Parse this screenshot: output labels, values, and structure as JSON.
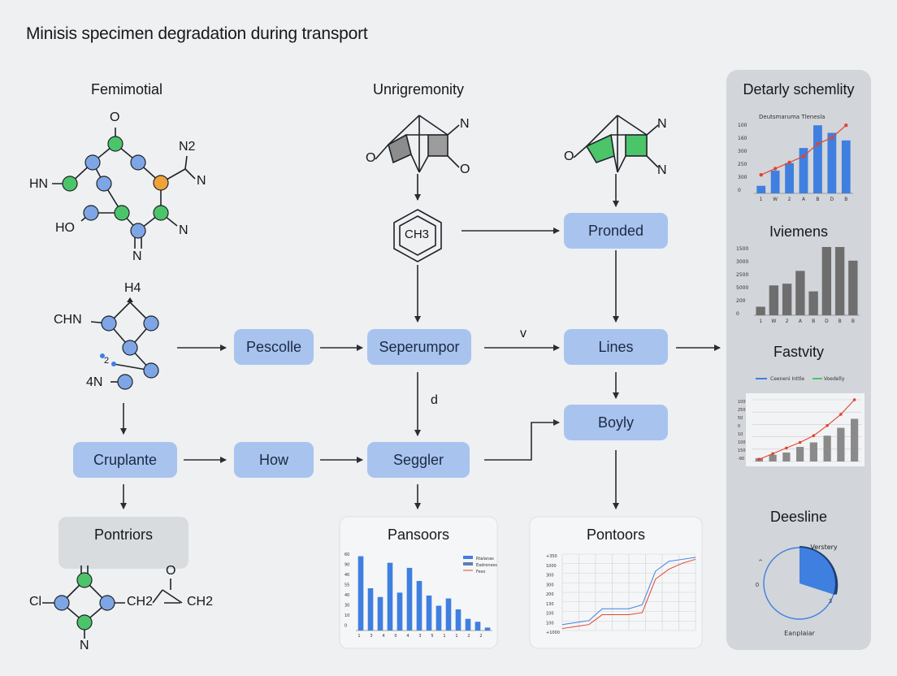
{
  "title": "Minisis specimen degradation during transport",
  "sections": {
    "left": "Femimotial",
    "middle": "Unrigremonity"
  },
  "left_molecule": {
    "o": "O",
    "n2": "N2",
    "n": "N",
    "hn": "HN",
    "ho": "HO",
    "n_bottom": "N"
  },
  "mid_molecule": {
    "n": "N",
    "o_left": "O",
    "o_right": "O"
  },
  "right_molecule": {
    "n_top": "N",
    "o_left": "O",
    "n_bottom": "N"
  },
  "benzene_label": "CH3",
  "diamond_molecule": {
    "h4": "H4",
    "chn": "CHN",
    "two": "2",
    "fourn": "4N"
  },
  "bottom_molecule": {
    "cl": "Cl",
    "ch2_left": "CH2",
    "o": "O",
    "ch2_right": "CH2",
    "n": "N"
  },
  "boxes": {
    "pescolle": "Pescolle",
    "seperumpor": "Seperumpor",
    "pronded": "Pronded",
    "lines": "Lines",
    "boyly": "Boyly",
    "cruplante": "Cruplante",
    "how": "How",
    "seggler": "Seggler"
  },
  "arrow_labels": {
    "v": "v",
    "d": "d"
  },
  "panels": {
    "pontriors": "Pontriors",
    "pansoors": "Pansoors",
    "pontoors": "Pontoors"
  },
  "right_panel": {
    "detail": "Detarly schemlity",
    "ivemens": "Iviemens",
    "fastvity": "Fastvity",
    "deesline": "Deesline"
  },
  "colors": {
    "box": "#a9c3ef",
    "node_green": "#4cc46a",
    "node_blue": "#7ea6e6",
    "node_orange": "#f0a23a",
    "bar_blue": "#3f7fe0",
    "bar_grey": "#6e6e6e",
    "line_red": "#e0452d"
  },
  "chart_data": [
    {
      "type": "bar",
      "chart_title": "Deutsmaruma Tlenesla",
      "categories": [
        "1",
        "W",
        "2",
        "A",
        "B",
        "D",
        "B"
      ],
      "values": [
        1,
        3,
        4,
        6,
        9,
        8,
        7
      ],
      "line_values": [
        3,
        4,
        5,
        6,
        8,
        9,
        11
      ],
      "yticks": [
        "100",
        "160",
        "300",
        "250",
        "300",
        "0"
      ]
    },
    {
      "type": "bar",
      "categories": [
        "1",
        "W",
        "2",
        "A",
        "B",
        "D",
        "B",
        "B"
      ],
      "values": [
        1,
        3.5,
        3.7,
        5.2,
        2.8,
        8,
        8,
        6.4
      ],
      "yticks": [
        "1500",
        "3000",
        "2500",
        "5000",
        "200",
        "0"
      ]
    },
    {
      "type": "bar",
      "legend": [
        "Ceeneni Inttle",
        "Voedelly"
      ],
      "values": [
        0.6,
        1.2,
        1.6,
        2.6,
        3.4,
        4.6,
        6,
        7.6
      ],
      "line_values": [
        0.4,
        1.4,
        2.4,
        3.4,
        4.6,
        6.4,
        8.4,
        11
      ],
      "yticks": [
        "100",
        "250",
        "50",
        "0",
        "10",
        "100",
        "150",
        "-90"
      ]
    },
    {
      "type": "pie",
      "series_label": "Verstery",
      "side_labels": [
        "^",
        "0",
        "3"
      ],
      "bottom_label": "Eanplaiar",
      "values": [
        30,
        70
      ]
    },
    {
      "type": "bar",
      "legend": [
        "Rtalanas",
        "Eadroness",
        "Feso"
      ],
      "values": [
        10.2,
        5.8,
        4.6,
        9.3,
        5.2,
        8.6,
        6.8,
        4.8,
        3.4,
        4.4,
        2.9,
        1.6,
        1.2,
        0.4
      ],
      "yticks": [
        "60",
        "90",
        "40",
        "55",
        "40",
        "30",
        "10",
        "0"
      ],
      "xticks": [
        "1",
        "3",
        "4",
        "0",
        "4",
        "3",
        "5",
        "1",
        "1",
        "2",
        "2"
      ]
    },
    {
      "type": "line",
      "series": [
        {
          "values": [
            6,
            8,
            10,
            22,
            22,
            22,
            26,
            60,
            70,
            72,
            74
          ]
        },
        {
          "values": [
            2,
            4,
            6,
            16,
            16,
            16,
            18,
            52,
            62,
            68,
            72
          ]
        }
      ],
      "yticks": [
        "+350",
        "1000",
        "300",
        "300",
        "200",
        "130",
        "100",
        "100",
        "+1000"
      ]
    }
  ]
}
